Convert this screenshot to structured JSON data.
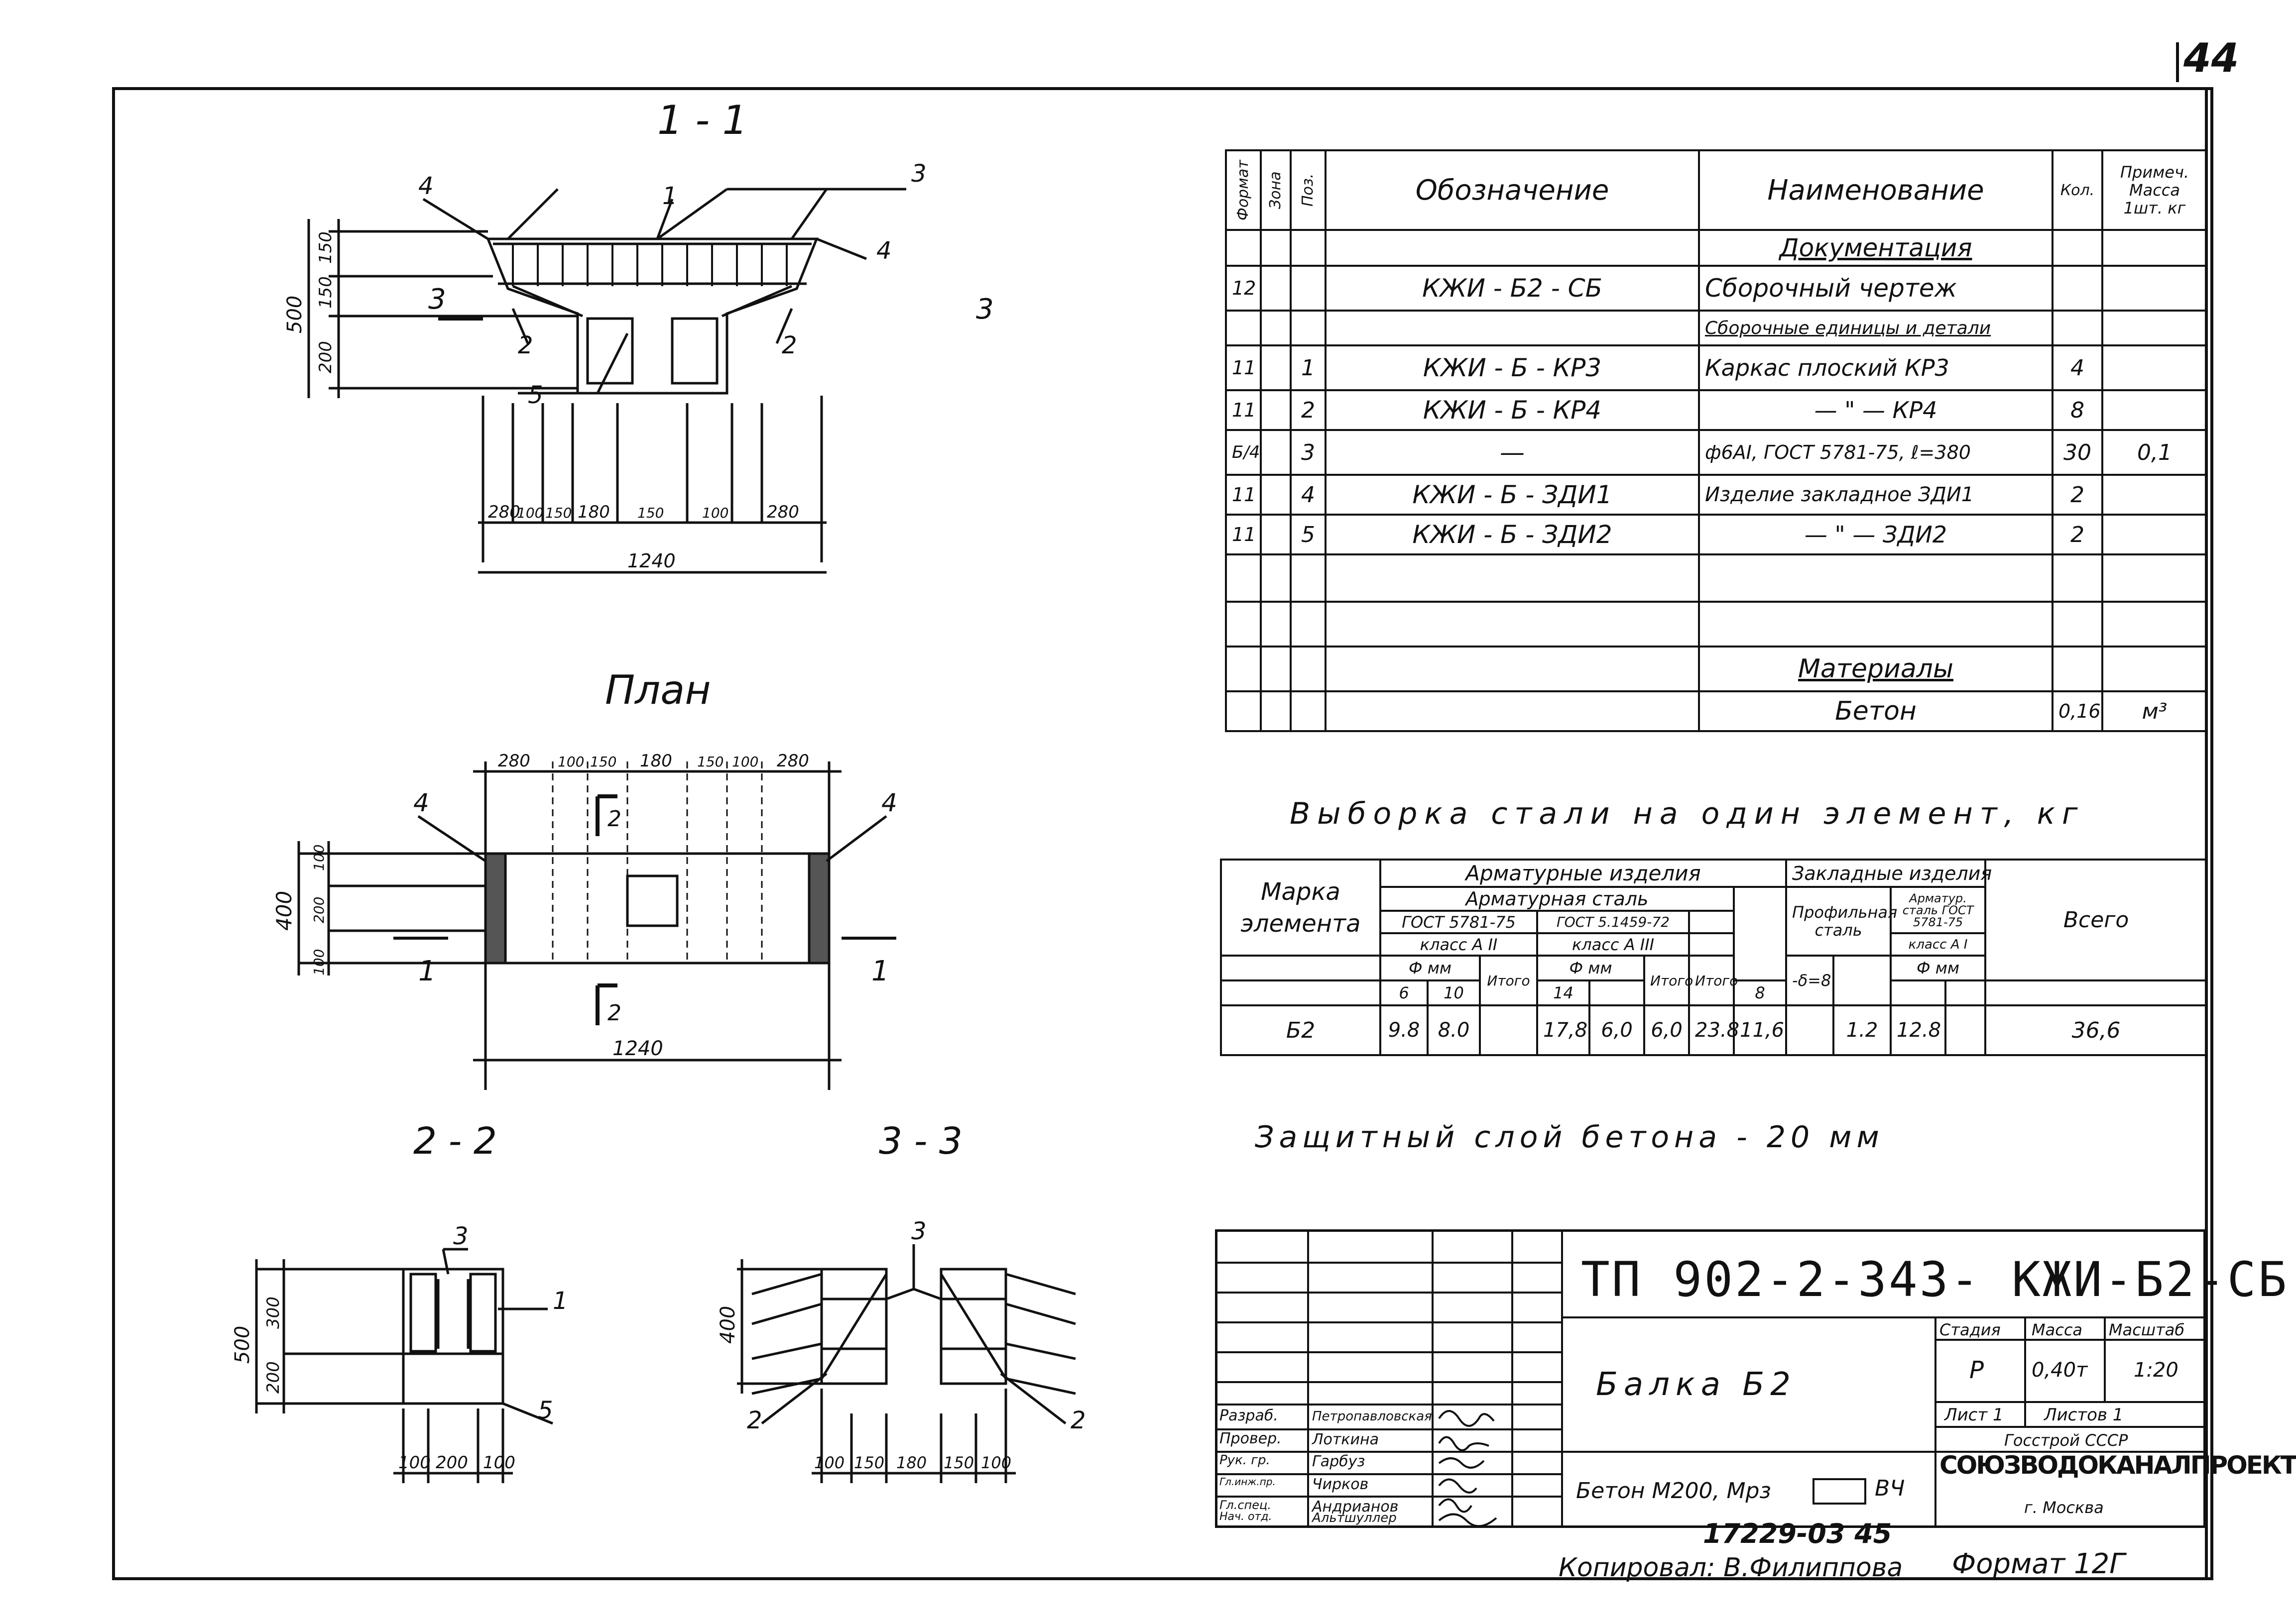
{
  "page_number": "44",
  "views": {
    "section_1_1": "1 - 1",
    "plan": "План",
    "section_2_2": "2 - 2",
    "section_3_3": "3 - 3"
  },
  "dims_1_1": {
    "heights": [
      "150",
      "150",
      "200"
    ],
    "total_height": "500",
    "widths": [
      "280",
      "100",
      "150",
      "180",
      "150",
      "100",
      "280"
    ],
    "total_width": "1240",
    "callouts": [
      "4",
      "1",
      "3",
      "4",
      "2",
      "2",
      "5"
    ],
    "section_mark": "3",
    "section_mark_right": "3"
  },
  "dims_plan": {
    "widths": [
      "280",
      "100",
      "150",
      "180",
      "150",
      "100",
      "280"
    ],
    "total_width": "1240",
    "heights": [
      "100",
      "200",
      "100"
    ],
    "total_height": "400",
    "callouts": [
      "4",
      "4"
    ],
    "section_marks": [
      "2",
      "2",
      "1",
      "1"
    ]
  },
  "dims_2_2": {
    "heights": [
      "300",
      "200"
    ],
    "total_height": "500",
    "widths": [
      "100",
      "200",
      "100"
    ],
    "callouts": [
      "3",
      "1",
      "5"
    ]
  },
  "dims_3_3": {
    "total_height": "400",
    "widths": [
      "100",
      "150",
      "180",
      "150",
      "100"
    ],
    "callouts": [
      "3",
      "2",
      "2"
    ]
  },
  "spec_table": {
    "headers": {
      "format": "Формат",
      "zone": "Зона",
      "pos": "Поз.",
      "designation": "Обозначение",
      "name": "Наименование",
      "qty": "Кол.",
      "note": "Примеч. Масса 1шт. кг"
    },
    "rows": [
      {
        "format": "",
        "pos": "",
        "designation": "",
        "name": "Документация",
        "qty": "",
        "note": ""
      },
      {
        "format": "12",
        "pos": "",
        "designation": "КЖИ - Б2 - СБ",
        "name": "Сборочный чертеж",
        "qty": "",
        "note": ""
      },
      {
        "format": "",
        "pos": "",
        "designation": "",
        "name": "Сборочные единицы и детали",
        "qty": "",
        "note": ""
      },
      {
        "format": "11",
        "pos": "1",
        "designation": "КЖИ - Б - КР3",
        "name": "Каркас плоский КР3",
        "qty": "4",
        "note": ""
      },
      {
        "format": "11",
        "pos": "2",
        "designation": "КЖИ - Б - КР4",
        "name": "— \" — КР4",
        "qty": "8",
        "note": ""
      },
      {
        "format": "Б/4",
        "pos": "3",
        "designation": "—",
        "name": "ф6АI, ГОСТ 5781-75, ℓ=380",
        "qty": "30",
        "note": "0,1"
      },
      {
        "format": "11",
        "pos": "4",
        "designation": "КЖИ - Б - ЗДИ1",
        "name": "Изделие закладное ЗДИ1",
        "qty": "2",
        "note": ""
      },
      {
        "format": "11",
        "pos": "5",
        "designation": "КЖИ - Б - ЗДИ2",
        "name": "— \" — ЗДИ2",
        "qty": "2",
        "note": ""
      },
      {
        "format": "",
        "pos": "",
        "designation": "",
        "name": "",
        "qty": "",
        "note": ""
      },
      {
        "format": "",
        "pos": "",
        "designation": "",
        "name": "",
        "qty": "",
        "note": ""
      },
      {
        "format": "",
        "pos": "",
        "designation": "",
        "name": "Материалы",
        "qty": "",
        "note": ""
      },
      {
        "format": "",
        "pos": "",
        "designation": "",
        "name": "Бетон",
        "qty": "0,16",
        "note": "м³"
      }
    ]
  },
  "steel_title": "Выборка стали на один элемент, кг",
  "steel_table": {
    "mark_header": "Марка элемента",
    "armature_items": "Арматурные изделия",
    "armature_steel": "Арматурная сталь",
    "gost_a2": "ГОСТ 5781-75",
    "gost_a3": "ГОСТ 5.1459-72",
    "class_a2": "класс А II",
    "class_a3": "класс А III",
    "dia_mm": "Ф мм",
    "embed_items": "Закладные изделия",
    "profile_steel": "Профильная сталь",
    "arm_steel_embed": "Арматур. сталь ГОСТ 5781-75",
    "class_a1": "класс А I",
    "total_header": "Всего",
    "itogo": "Итого",
    "d6": "6",
    "d10": "10",
    "d14": "14",
    "delta": "-δ=8",
    "d8": "8",
    "values": {
      "mark": "Б2",
      "v6": "9.8",
      "v10": "8.0",
      "itogo1": "17,8",
      "v14": "6,0",
      "itogo2": "6,0",
      "itogo3": "23.8",
      "profile": "11,6",
      "v8": "1.2",
      "itogo4": "12.8",
      "total": "36,6"
    }
  },
  "protective_layer": "Защитный слой бетона - 20 мм",
  "title_block": {
    "doc_code": "ТП 902-2-343- КЖИ-Б2-СБ",
    "title": "Балка Б2",
    "material": "Бетон М200, Мрз",
    "material_suffix": "ВЧ",
    "stage_label": "Стадия",
    "mass_label": "Масса",
    "scale_label": "Масштаб",
    "stage": "Р",
    "mass": "0,40т",
    "scale": "1:20",
    "sheet": "Лист 1",
    "sheets": "Листов 1",
    "org_top": "Госстрой СССР",
    "org": "СОЮЗВОДОКАНАЛПРОЕКТ",
    "org_city": "г. Москва",
    "roles": [
      {
        "role": "Разраб.",
        "name": "Петропавловская"
      },
      {
        "role": "Провер.",
        "name": "Лоткина"
      },
      {
        "role": "Рук. гр.",
        "name": "Гарбуз"
      },
      {
        "role": "Гл.инж.пр.",
        "name": "Чирков"
      },
      {
        "role": "Гл.спец.",
        "name": "Андрианов"
      },
      {
        "role": "Нач. отд.",
        "name": "Альтшуллер"
      }
    ]
  },
  "footer": {
    "inv": "17229-03 45",
    "copied": "Копировал: В.Филиппова",
    "format": "Формат 12Г"
  }
}
